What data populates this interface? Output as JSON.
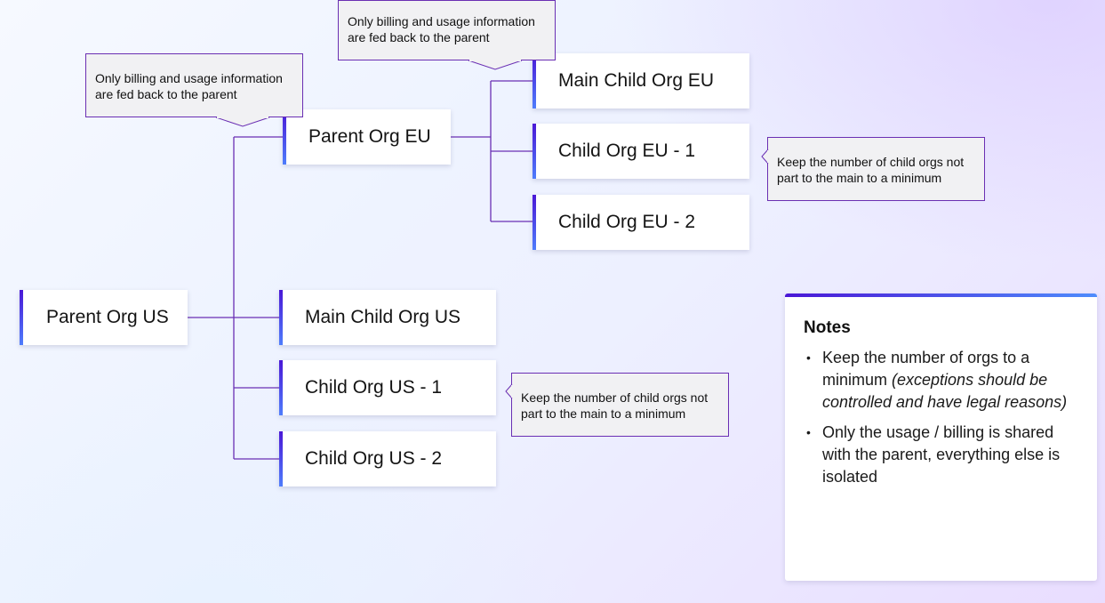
{
  "diagram": {
    "nodes": {
      "parent_us": "Parent Org US",
      "parent_eu": "Parent Org EU",
      "main_child_eu": "Main Child Org EU",
      "child_eu_1": "Child Org EU - 1",
      "child_eu_2": "Child Org EU - 2",
      "main_child_us": "Main Child Org US",
      "child_us_1": "Child Org US - 1",
      "child_us_2": "Child Org US - 2"
    },
    "callouts": {
      "billing_top": [
        "Only billing and usage information",
        "are fed back to the parent"
      ],
      "billing_left": [
        "Only billing and usage information",
        "are fed back to the parent"
      ],
      "keep_eu": [
        "Keep the number of child orgs not",
        "part to the main to a minimum"
      ],
      "keep_us": [
        "Keep the number of child orgs not",
        "part to the main to a minimum"
      ]
    },
    "colors": {
      "connector": "#6a2fb3",
      "accent_start": "#4a17d6",
      "accent_end": "#4e7dfc"
    }
  },
  "notes": {
    "title": "Notes",
    "items": [
      {
        "text": "Keep the number of orgs to a minimum ",
        "emphasis": "(exceptions should be controlled and have legal reasons)"
      },
      {
        "text": "Only the usage / billing is shared with the parent, everything else is isolated",
        "emphasis": ""
      }
    ]
  }
}
